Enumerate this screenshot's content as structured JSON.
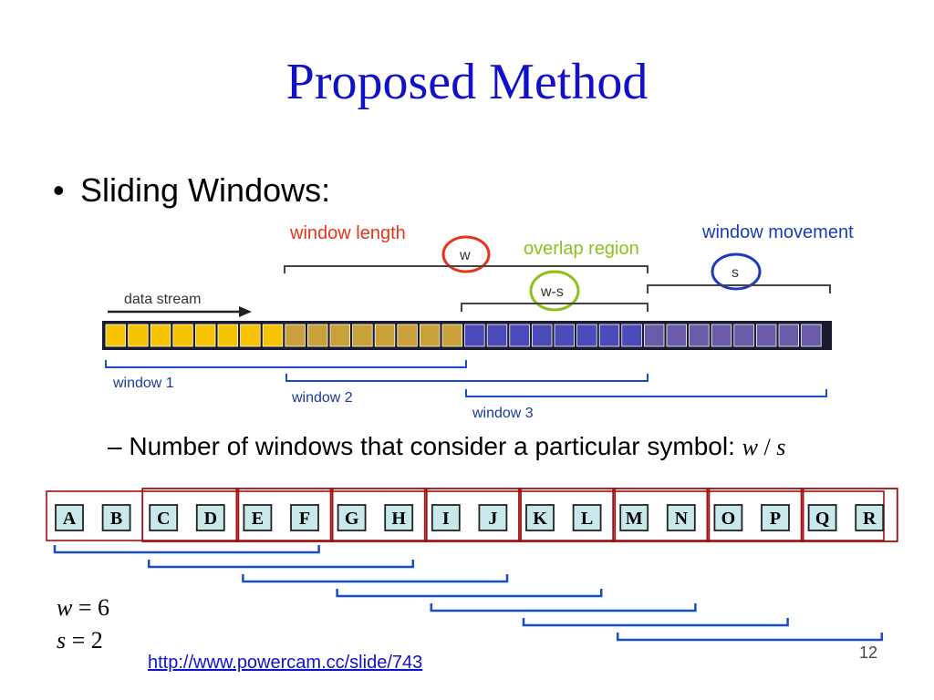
{
  "slide": {
    "title": "Proposed Method",
    "bullet": "Sliding Windows:",
    "sub_bullet_dash": "–",
    "sub_bullet_text": "Number of windows that consider a particular symbol:",
    "formula_w": "w",
    "formula_sep": " / ",
    "formula_s": "s",
    "w_var": "w",
    "w_eq": " = 6",
    "s_var": "s",
    "s_eq": " = 2",
    "url": "http://www.powercam.cc/slide/743",
    "page_number": "12"
  },
  "diagram": {
    "label_window_length": "window length",
    "label_overlap_region": "overlap region",
    "label_window_movement": "window movement",
    "label_w": "w",
    "label_ws": "w-s",
    "label_s": "s",
    "label_data_stream": "data stream",
    "label_window1": "window 1",
    "label_window2": "window 2",
    "label_window3": "window 3",
    "colors": {
      "window_length": "#e8341c",
      "overlap_region": "#8cc21c",
      "window_movement": "#1a3bbf",
      "yellow_cell": "#f7c300",
      "gold_cell": "#c9a13b",
      "blue_cell": "#4a4ab8",
      "purple_cell": "#6a5aa8",
      "bracket_blue": "#1a4dcc",
      "box_red": "#a01010"
    }
  },
  "symbols": [
    "A",
    "B",
    "C",
    "D",
    "E",
    "F",
    "G",
    "H",
    "I",
    "J",
    "K",
    "L",
    "M",
    "N",
    "O",
    "P",
    "Q",
    "R"
  ]
}
